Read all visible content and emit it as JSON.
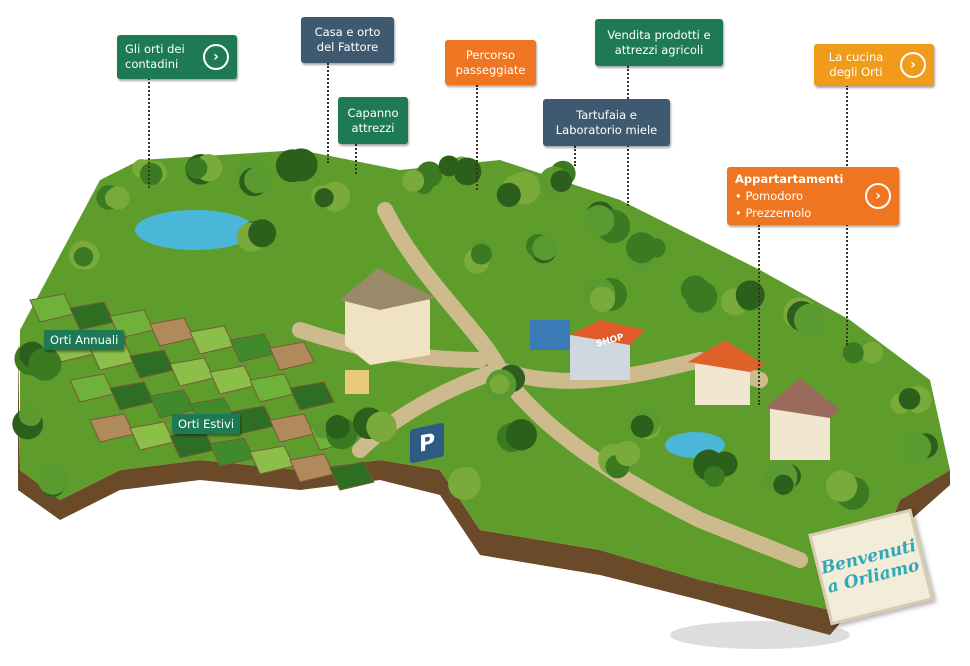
{
  "labels": {
    "orti_contadini": "Gli orti dei contadini",
    "casa_fattore": "Casa e orto del Fattore",
    "capanno": "Capanno attrezzi",
    "percorso": "Percorso passeggiate",
    "vendita": "Vendita prodotti e attrezzi agricoli",
    "tartufaia": "Tartufaia e Laboratorio miele",
    "cucina": "La cucina degli Orti",
    "appartamenti_title": "Appartartamenti",
    "appartamenti_1": "• Pomodoro",
    "appartamenti_2": "• Prezzemolo",
    "orti_annuali": "Orti Annuali",
    "orti_estivi": "Orti Estivi",
    "parking": "P",
    "shop": "SHOP"
  },
  "sign": {
    "line1": "Benvenuti",
    "line2": "a Orliamo"
  },
  "arrow_icon": "›",
  "colors": {
    "green": "#1e7a55",
    "slate": "#3f5a70",
    "orange": "#ef7520",
    "amber": "#f09c1a",
    "grass": "#5a9a2a"
  }
}
